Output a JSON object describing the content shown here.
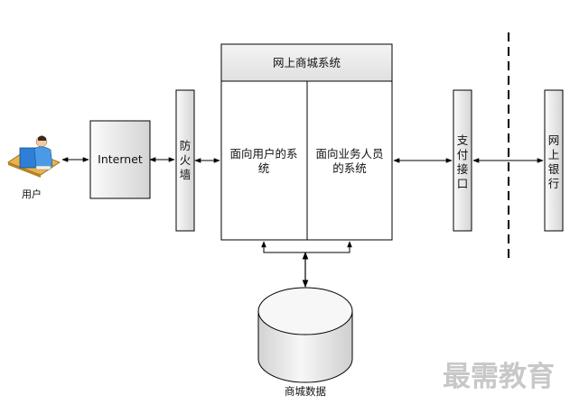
{
  "nodes": {
    "user": "用户",
    "internet": "Internet",
    "firewall": [
      "防",
      "火",
      "墙"
    ],
    "system_title": "网上商城系统",
    "user_subsystem": [
      "面向用户的系",
      "统"
    ],
    "staff_subsystem": [
      "面向业务人员",
      "的系统"
    ],
    "payment_interface": [
      "支",
      "付",
      "接",
      "口"
    ],
    "online_bank": [
      "网",
      "上",
      "银",
      "行"
    ],
    "database": "商城数据"
  },
  "watermark": "最需教育",
  "colors": {
    "box_gradient_light": "#fbfbfb",
    "box_gradient_dark": "#d6d6d6",
    "stroke": "#000000"
  }
}
